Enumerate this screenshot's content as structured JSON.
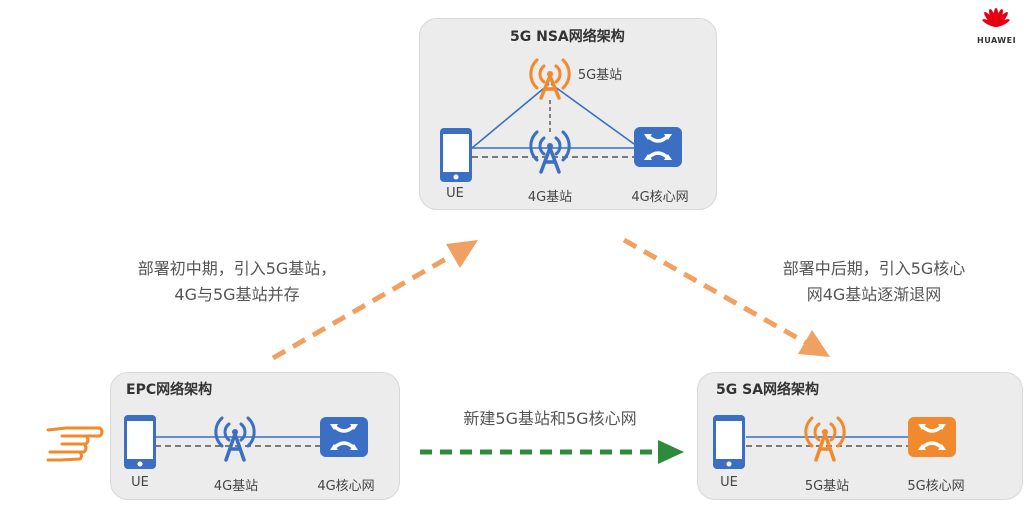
{
  "brand": {
    "name": "HUAWEI",
    "color": "#e60012"
  },
  "colors": {
    "blue": "#3a6fc4",
    "orange": "#f08a2c",
    "green": "#2e8b3c",
    "arrow_orange": "#f0a060"
  },
  "nsa": {
    "title": "5G NSA网络架构",
    "gnb_label": "5G基站",
    "ue_label": "UE",
    "enb_label": "4G基站",
    "core_label": "4G核心网"
  },
  "epc": {
    "title": "EPC网络架构",
    "ue_label": "UE",
    "enb_label": "4G基站",
    "core_label": "4G核心网"
  },
  "sa": {
    "title": "5G SA网络架构",
    "ue_label": "UE",
    "gnb_label": "5G基站",
    "core_label": "5G核心网"
  },
  "notes": {
    "early_line1": "部署初中期，引入5G基站，",
    "early_line2": "4G与5G基站并存",
    "late_line1": "部署中后期，引入5G核心",
    "late_line2": "网4G基站逐渐退网",
    "direct": "新建5G基站和5G核心网"
  },
  "icons": {
    "pointer": "pointing-hand-icon",
    "phone": "phone-icon",
    "tower": "antenna-tower-icon",
    "core": "core-network-icon"
  }
}
